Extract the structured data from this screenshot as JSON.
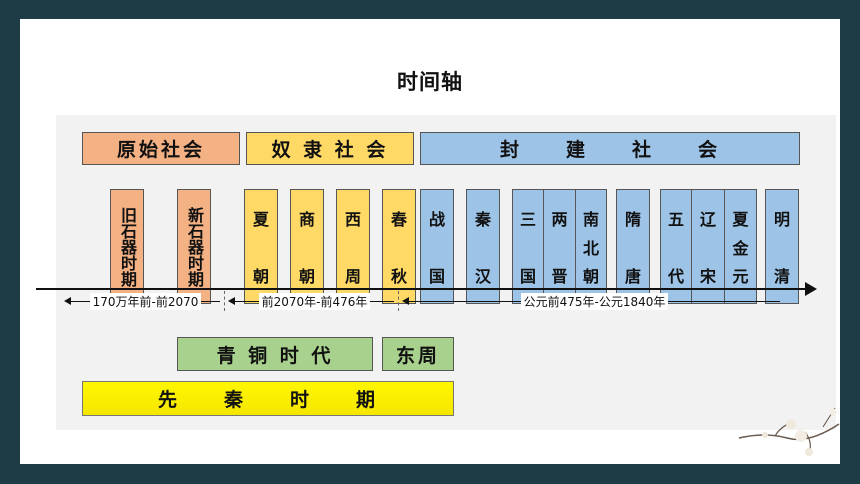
{
  "title": "时间轴",
  "eras": {
    "primitive": "原始社会",
    "slave": "奴 隶 社 会",
    "feudal": "封　　建　　社　　会"
  },
  "periods": {
    "paleolithic": "旧石器时期",
    "neolithic": "新石器时期",
    "xia": [
      "夏",
      "朝"
    ],
    "shang": [
      "商",
      "朝"
    ],
    "xizhou": [
      "西",
      "周"
    ],
    "chunqiu": [
      "春",
      "秋"
    ],
    "zhanguo": [
      "战",
      "国"
    ],
    "qinhan": [
      "秦",
      "汉"
    ],
    "sanguo": [
      "三",
      "国"
    ],
    "liangjin": [
      "两",
      "晋"
    ],
    "nanbeichao": [
      "南",
      "北",
      "朝"
    ],
    "suitang": [
      "隋",
      "唐"
    ],
    "wudai": [
      "五",
      "代"
    ],
    "liaosong": [
      "辽",
      "宋"
    ],
    "xiajinyuan": [
      "夏",
      "金",
      "元"
    ],
    "mingqing": [
      "明",
      "清"
    ]
  },
  "ranges": {
    "r1": "170万年前-前2070",
    "r2": "前2070年-前476年",
    "r3": "公元前475年-公元1840年"
  },
  "bronze_age": "青 铜 时 代",
  "dongzhou": "东周",
  "pre_qin": "先　　秦　　时　　期",
  "colors": {
    "background": "#1e3c46",
    "orange": "#f4b183",
    "yellow": "#ffd966",
    "blue": "#9dc3e6",
    "green": "#a9d18e",
    "gold": "#fff700"
  }
}
